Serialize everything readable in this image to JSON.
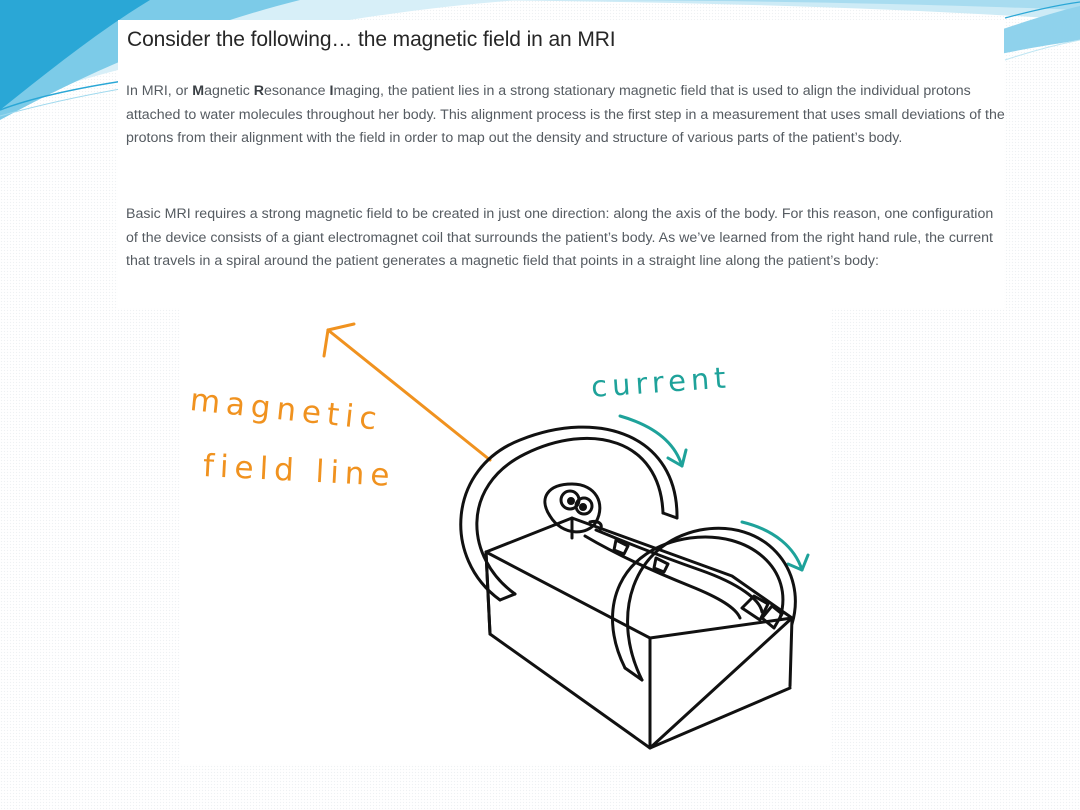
{
  "slide": {
    "title": "Consider the following… the magnetic field in an MRI",
    "paragraph1": {
      "p1": "In MRI, or ",
      "m": "M",
      "p2": "agnetic ",
      "r": "R",
      "p3": "esonance ",
      "i": "I",
      "p4": "maging, the patient lies in a strong stationary magnetic field that is used to align the individual protons attached to water molecules throughout her body. This alignment process is the first step in a measurement that uses small deviations of the protons from their alignment with the field in order to map out the density and structure of various parts of the patient’s body."
    },
    "paragraph2": "Basic MRI requires a strong magnetic field to be created in just one direction: along the axis of the body. For this reason, one configuration of the device consists of a giant electromagnet coil that surrounds the patient’s body. As we’ve learned from the right hand rule, the current that travels in a spiral around the patient generates a magnetic field that points in a straight line along the patient’s body:"
  },
  "figure": {
    "label_magnetic": "magnetic",
    "label_field_line": "field line",
    "label_current": "current",
    "colors": {
      "field_line": "#f0921f",
      "current": "#1ea29a",
      "ink": "#111111"
    }
  },
  "theme": {
    "swoosh_colors": [
      "#2aa7d6",
      "#6fc7e6",
      "#bfe6f3"
    ],
    "background": "#ffffff",
    "heading_color": "#262626",
    "body_text_color": "#555b61"
  }
}
